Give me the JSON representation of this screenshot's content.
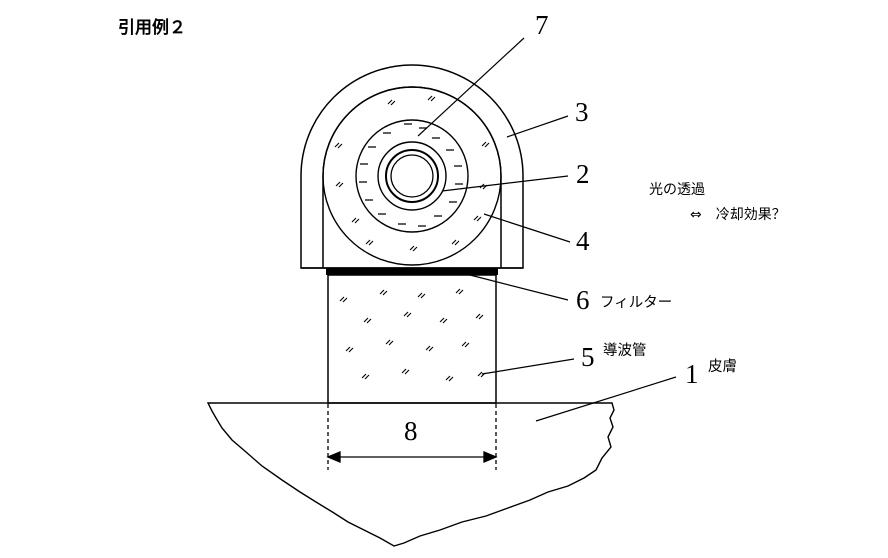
{
  "title": "引用例２",
  "labels": {
    "n7": "7",
    "n3": "3",
    "n2": "2",
    "n4": "4",
    "n6": "6",
    "filter": "フィルター",
    "n5": "5",
    "waveguide": "導波管",
    "n1": "1",
    "skin": "皮膚",
    "n8": "8"
  },
  "note": {
    "line1": "光の透過",
    "line2": "⇔　冷却効果？"
  },
  "colors": {
    "ink": "#000000",
    "background": "#ffffff"
  }
}
